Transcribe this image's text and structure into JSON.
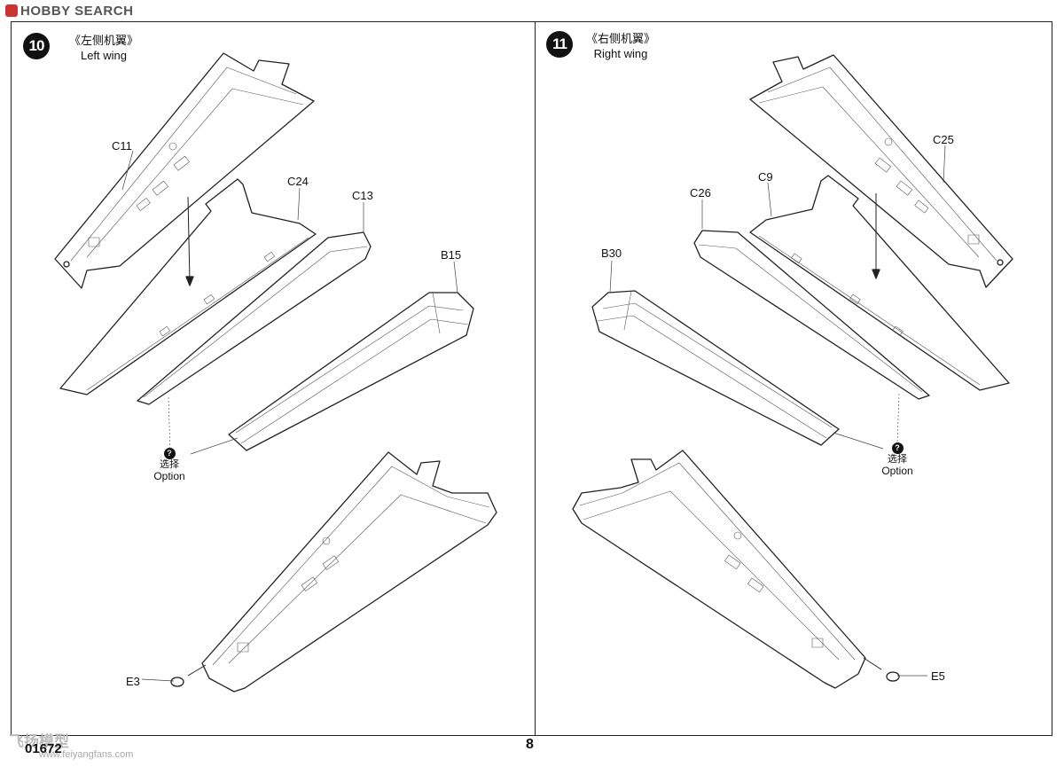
{
  "watermark_top": "HOBBY SEARCH",
  "watermark_bottom": "飞扬模型",
  "watermark_url": "www.feiyangfans.com",
  "doc_number": "01672",
  "page_number": "8",
  "steps": [
    {
      "number": "10",
      "title_cn": "《左侧机翼》",
      "title_en": "Left wing",
      "parts": [
        "C11",
        "C24",
        "C13",
        "B15",
        "E3"
      ],
      "option_cn": "选择",
      "option_en": "Option"
    },
    {
      "number": "11",
      "title_cn": "《右侧机翼》",
      "title_en": "Right wing",
      "parts": [
        "C25",
        "C9",
        "C26",
        "B30",
        "E5"
      ],
      "option_cn": "选择",
      "option_en": "Option"
    }
  ]
}
